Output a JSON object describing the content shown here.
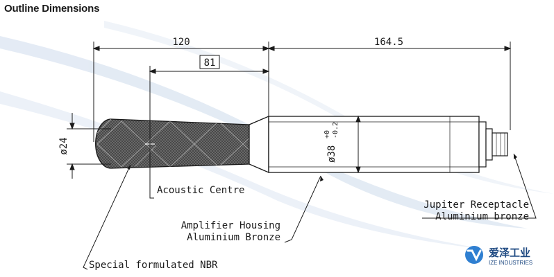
{
  "header": {
    "title": "Outline Dimensions"
  },
  "dimensions": {
    "overall_left": "120",
    "overall_right": "164.5",
    "acoustic_offset": "81",
    "nose_diameter": "ø24",
    "housing_diameter": "ø38",
    "housing_tol_upper": "+0",
    "housing_tol_lower": "-0.2"
  },
  "callouts": {
    "acoustic_centre": "Acoustic Centre",
    "amplifier_line1": "Amplifier Housing",
    "amplifier_line2": "Aluminium Bronze",
    "jupiter_line1": "Jupiter Receptacle",
    "jupiter_line2": "Aluminium bronze",
    "nbr": "Special formulated NBR"
  },
  "logo": {
    "cn": "爱泽工业",
    "en": "IZE INDUSTRIES",
    "colors": {
      "primary": "#1f4a82",
      "accent": "#2f7fd1"
    }
  },
  "colors": {
    "line": "#1a1a1a",
    "watermark": "#c9d8ea"
  }
}
